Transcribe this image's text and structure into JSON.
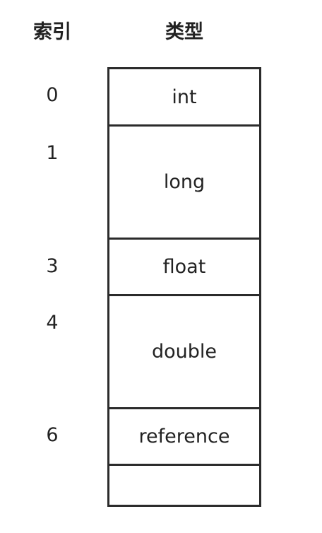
{
  "headers": {
    "index": "索引",
    "type": "类型"
  },
  "slots": [
    {
      "index": "0",
      "type": "int"
    },
    {
      "index": "1",
      "type": "long"
    },
    {
      "index": "3",
      "type": "float"
    },
    {
      "index": "4",
      "type": "double"
    },
    {
      "index": "6",
      "type": "reference"
    },
    {
      "index": "",
      "type": ""
    }
  ]
}
